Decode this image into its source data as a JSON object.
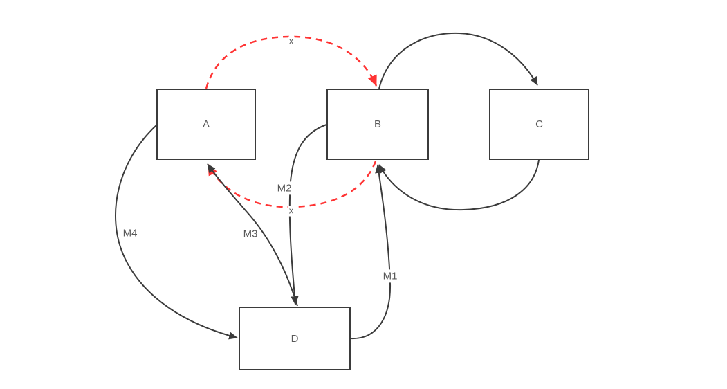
{
  "diagram": {
    "type": "flow-diagram",
    "colors": {
      "canvas_bg": "#ffffff",
      "edge_dark": "#3b3b3b",
      "edge_red": "#ff3333",
      "label_gray": "#595959",
      "node_border": "#3b3b3b",
      "node_fill": "#ffffff"
    },
    "nodes": [
      {
        "id": "A",
        "label": "A"
      },
      {
        "id": "B",
        "label": "B"
      },
      {
        "id": "C",
        "label": "C"
      },
      {
        "id": "D",
        "label": "D"
      }
    ],
    "edges": [
      {
        "id": "a-to-b-top",
        "from": "A",
        "to": "B",
        "label": "x",
        "line": "dashed",
        "color": "#ff3333"
      },
      {
        "id": "b-to-a-bottom",
        "from": "B",
        "to": "A",
        "label": "x",
        "line": "dashed",
        "color": "#ff3333"
      },
      {
        "id": "b-to-c",
        "from": "B",
        "to": "C",
        "label": "",
        "line": "solid",
        "color": "#3b3b3b"
      },
      {
        "id": "c-to-b",
        "from": "C",
        "to": "B",
        "label": "",
        "line": "solid",
        "color": "#3b3b3b"
      },
      {
        "id": "m1",
        "from": "D",
        "to": "B",
        "label": "M1",
        "line": "solid",
        "color": "#3b3b3b"
      },
      {
        "id": "m2",
        "from": "B",
        "to": "D",
        "label": "M2",
        "line": "solid",
        "color": "#3b3b3b"
      },
      {
        "id": "m3",
        "from": "D",
        "to": "A",
        "label": "M3",
        "line": "solid",
        "color": "#3b3b3b"
      },
      {
        "id": "m4",
        "from": "A",
        "to": "D",
        "label": "M4",
        "line": "solid",
        "color": "#3b3b3b"
      }
    ]
  }
}
